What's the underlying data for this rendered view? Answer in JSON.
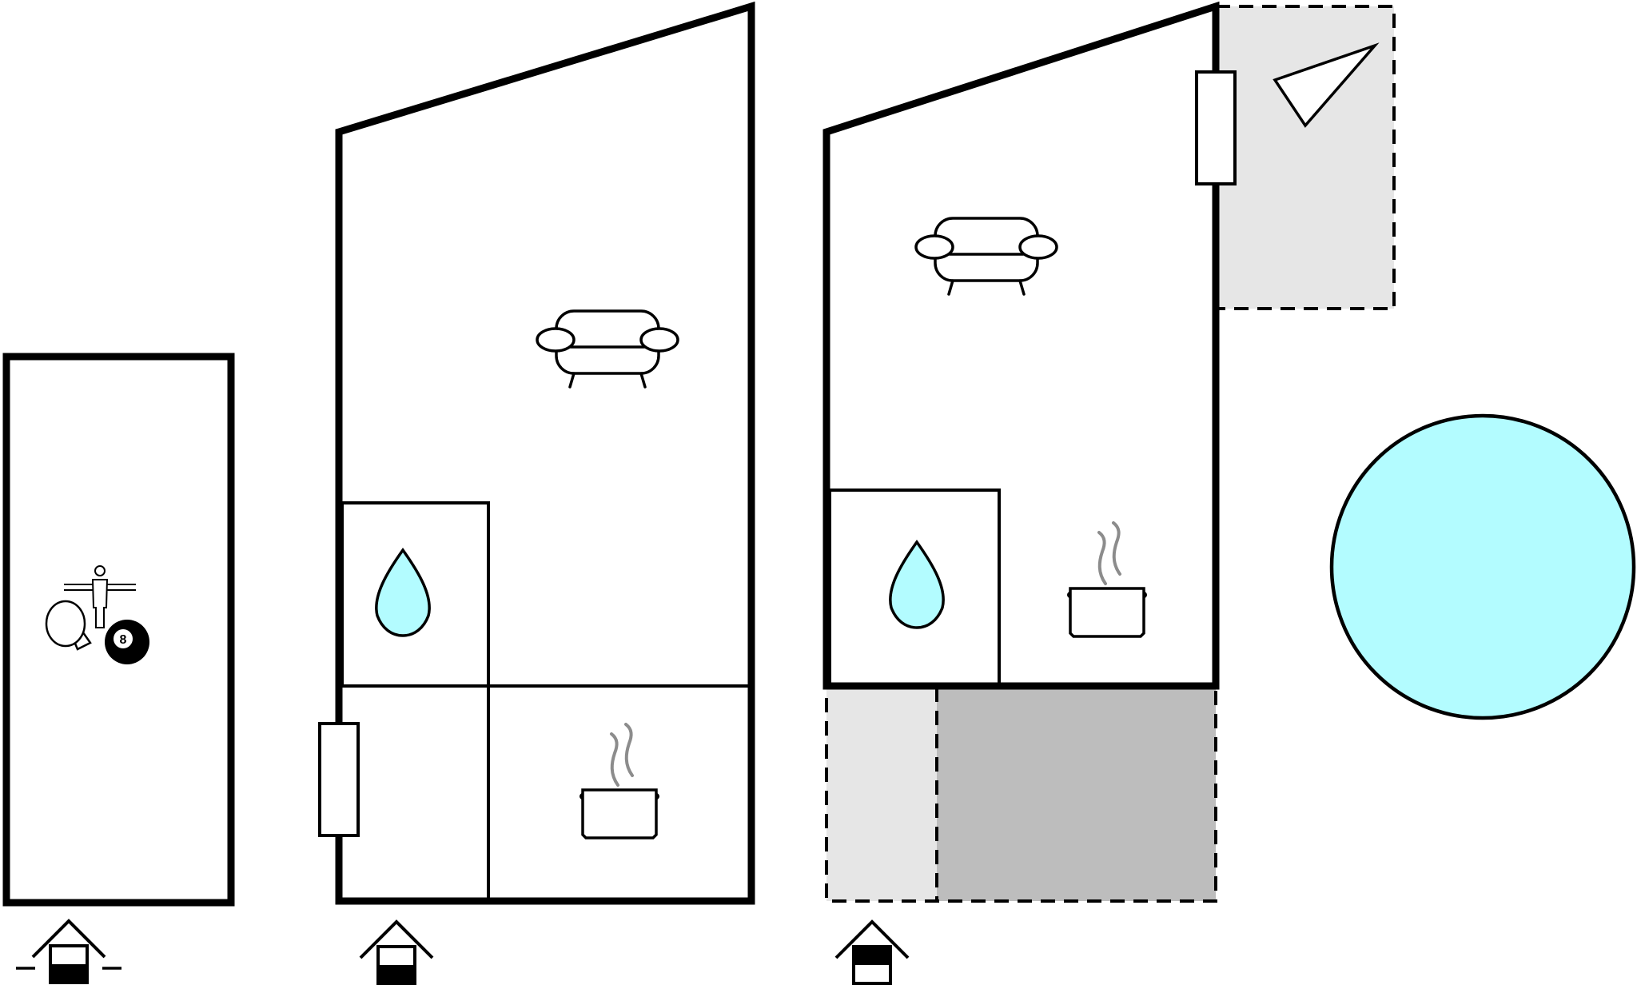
{
  "floorplan": {
    "buildings": [
      {
        "id": "building-1",
        "rooms": [
          "game-room"
        ],
        "entrance_level": "ground"
      },
      {
        "id": "building-2",
        "rooms": [
          "living-room",
          "bathroom",
          "hallway",
          "kitchen"
        ],
        "entrance_level": "ground"
      },
      {
        "id": "building-3",
        "rooms": [
          "living-room",
          "bathroom",
          "kitchen"
        ],
        "entrance_level": "upper"
      }
    ],
    "icons": {
      "game_room": [
        "table-tennis-icon",
        "billiard-ball-icon",
        "table-football-icon"
      ],
      "living_room": "sofa-icon",
      "bathroom": "water-drop-icon",
      "kitchen": "cooking-pot-icon",
      "door": "door-icon",
      "entrance": "entrance-house-icon",
      "outdoor_area": "terrace-area",
      "pool": "swimming-pool-icon",
      "sun_lounger": "triangle-icon"
    },
    "billiard_ball_number": "8",
    "colors": {
      "wall": "#000000",
      "water": "#b3fcff",
      "terrace_light": "#e6e6e6",
      "terrace_dark": "#bdbdbd",
      "steam": "#8c8c8c",
      "background": "#ffffff"
    }
  }
}
